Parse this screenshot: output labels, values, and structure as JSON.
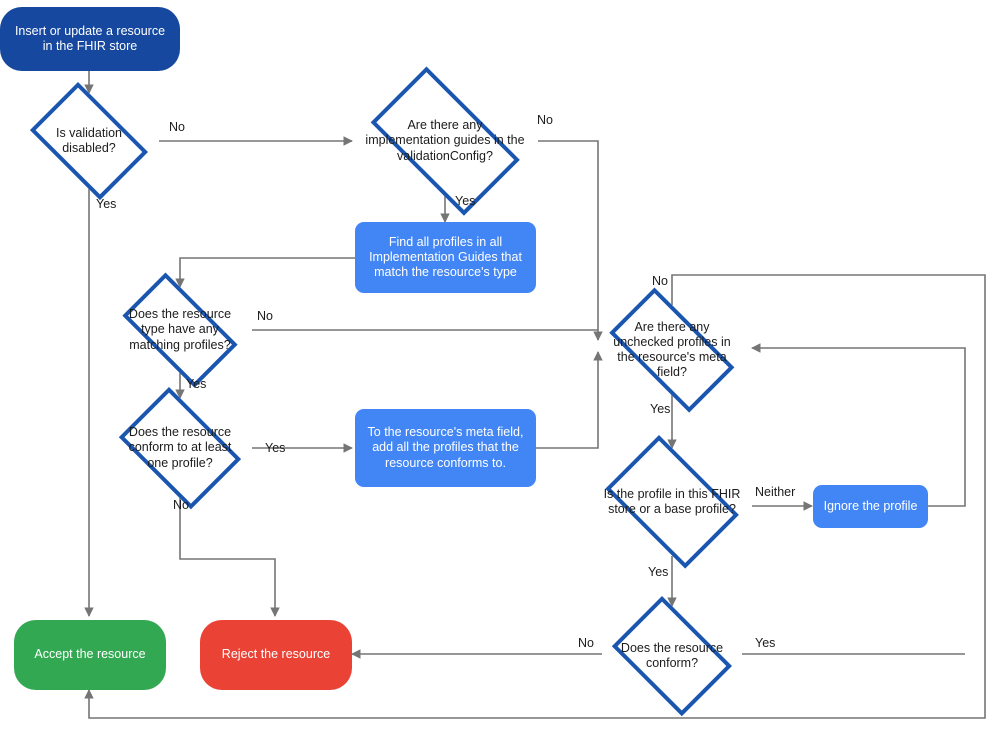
{
  "diagram": {
    "title": "FHIR store resource validation flowchart",
    "colors": {
      "start_fill": "#15489e",
      "process_fill": "#4285f4",
      "accept_fill": "#33a852",
      "reject_fill": "#ea4335",
      "decision_stroke": "#1a56b0",
      "decision_fill": "#ffffff",
      "edge_stroke": "#757575",
      "text_dark": "#1c1c1c",
      "text_light": "#ffffff",
      "background": "#ffffff"
    },
    "nodes": {
      "start": {
        "label": "Insert or update a resource in the FHIR store",
        "type": "terminator"
      },
      "validation_disabled": {
        "label": "Is validation disabled?",
        "type": "decision"
      },
      "impl_guides": {
        "label": "Are there any implementation guides in the validationConfig?",
        "type": "decision"
      },
      "find_profiles": {
        "label": "Find all profiles in all Implementation Guides that match the resource's type",
        "type": "process"
      },
      "matching_profiles": {
        "label": "Does the resource type have any matching profiles?",
        "type": "decision"
      },
      "conform_one": {
        "label": "Does the resource conform to at least one profile?",
        "type": "decision"
      },
      "add_profiles": {
        "label": "To the resource's meta field, add all the profiles that the resource conforms to.",
        "type": "process"
      },
      "unchecked_profiles": {
        "label": "Are there any unchecked profiles in the resource's meta field?",
        "type": "decision"
      },
      "profile_in_store": {
        "label": "Is the profile in this FHIR store or a base profile?",
        "type": "decision"
      },
      "ignore_profile": {
        "label": "Ignore the profile",
        "type": "process"
      },
      "resource_conform": {
        "label": "Does the resource conform?",
        "type": "decision"
      },
      "accept": {
        "label": "Accept the resource",
        "type": "terminator"
      },
      "reject": {
        "label": "Reject the resource",
        "type": "terminator"
      }
    },
    "edge_labels": {
      "validation_no": "No",
      "validation_yes": "Yes",
      "impl_no": "No",
      "impl_yes": "Yes",
      "matching_no": "No",
      "matching_yes": "Yes",
      "conform_one_yes": "Yes",
      "conform_one_no": "No",
      "unchecked_no": "No",
      "unchecked_yes": "Yes",
      "profile_neither": "Neither",
      "profile_yes": "Yes",
      "conform_no": "No",
      "conform_yes": "Yes"
    }
  }
}
